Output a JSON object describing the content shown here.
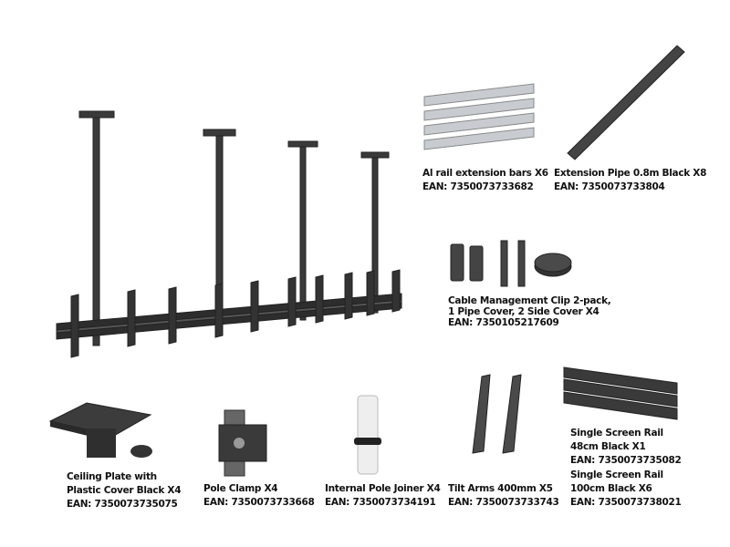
{
  "items": {
    "ceiling_plate": {
      "name_line1": "Ceiling Plate with",
      "name_line2": "Plastic Cover Black X4",
      "ean": "EAN: 7350073735075"
    },
    "pole_clamp": {
      "name": "Pole Clamp X4",
      "ean": "EAN: 7350073733668"
    },
    "pole_joiner": {
      "name": "Internal Pole Joiner X4",
      "ean": "EAN: 7350073734191"
    },
    "tilt_arms": {
      "name": "Tilt Arms 400mm X5",
      "ean": "EAN: 7350073733743"
    },
    "rail_48": {
      "name_line1": "Single Screen Rail",
      "name_line2": "48cm Black X1",
      "ean": "EAN: 7350073735082"
    },
    "rail_100": {
      "name_line1": "Single Screen Rail",
      "name_line2": "100cm Black X6",
      "ean": "EAN: 7350073738021"
    },
    "al_rail": {
      "name": "Al rail extension bars X6",
      "ean": "EAN: 7350073733682"
    },
    "ext_pipe": {
      "name": "Extension Pipe 0.8m Black X8",
      "ean": "EAN: 7350073733804"
    },
    "cable_clip": {
      "name_line1": "Cable Management Clip 2-pack,",
      "name_line2": "1 Pipe Cover, 2 Side Cover X4",
      "ean": "EAN: 7350105217609"
    }
  }
}
